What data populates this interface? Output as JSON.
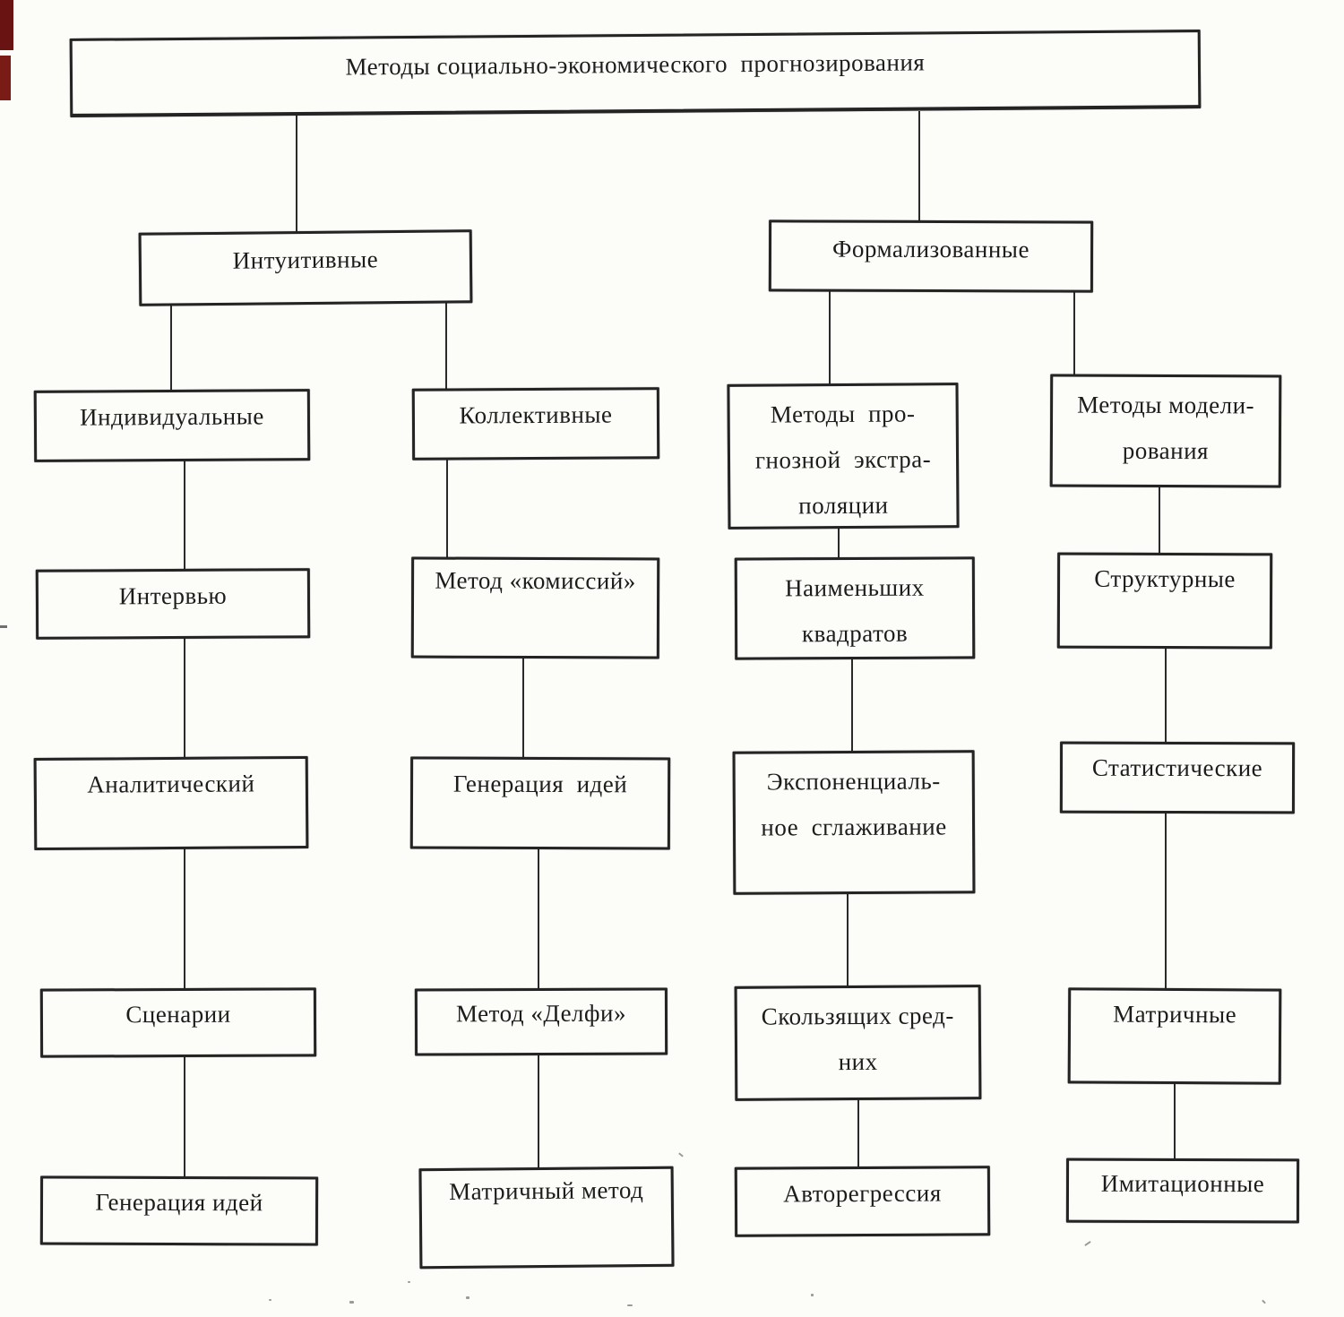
{
  "colors": {
    "paper": "#fcfcf9",
    "ink": "#1c1c1c",
    "box_border": "#242424",
    "scan_artifact_red": "#691412"
  },
  "diagram": {
    "title": "Методы социально-экономического  прогнозирования",
    "branches": {
      "intuitive": {
        "label": "Интуитивные",
        "groups": {
          "individual": {
            "label": "Индивидуальные",
            "children": {
              "interview": "Интервью",
              "analytical": "Аналитический",
              "scenarios": "Сценарии",
              "idea_generation": "Генерация идей"
            }
          },
          "collective": {
            "label": "Коллективные",
            "children": {
              "commissions": "Метод «комиссий»",
              "idea_generation": "Генерация  идей",
              "delphi": "Метод «Делфи»",
              "matrix_method": "Матричный метод"
            }
          }
        }
      },
      "formalized": {
        "label": "Формализованные",
        "groups": {
          "extrapolation": {
            "label": "Методы  про-\nгнозной  экстра-\nполяции",
            "children": {
              "least_squares": "Наименьших\nквадратов",
              "exponential_smoothing": "Экспоненциаль-\nное  сглаживание",
              "moving_averages": "Скользящих сред-\nних",
              "autoregression": "Авторегрессия"
            }
          },
          "modeling": {
            "label": "Методы модели-\nрования",
            "children": {
              "structural": "Структурные",
              "statistical": "Статистические",
              "matrix": "Матричные",
              "imitation": "Имитационные"
            }
          }
        }
      }
    }
  }
}
